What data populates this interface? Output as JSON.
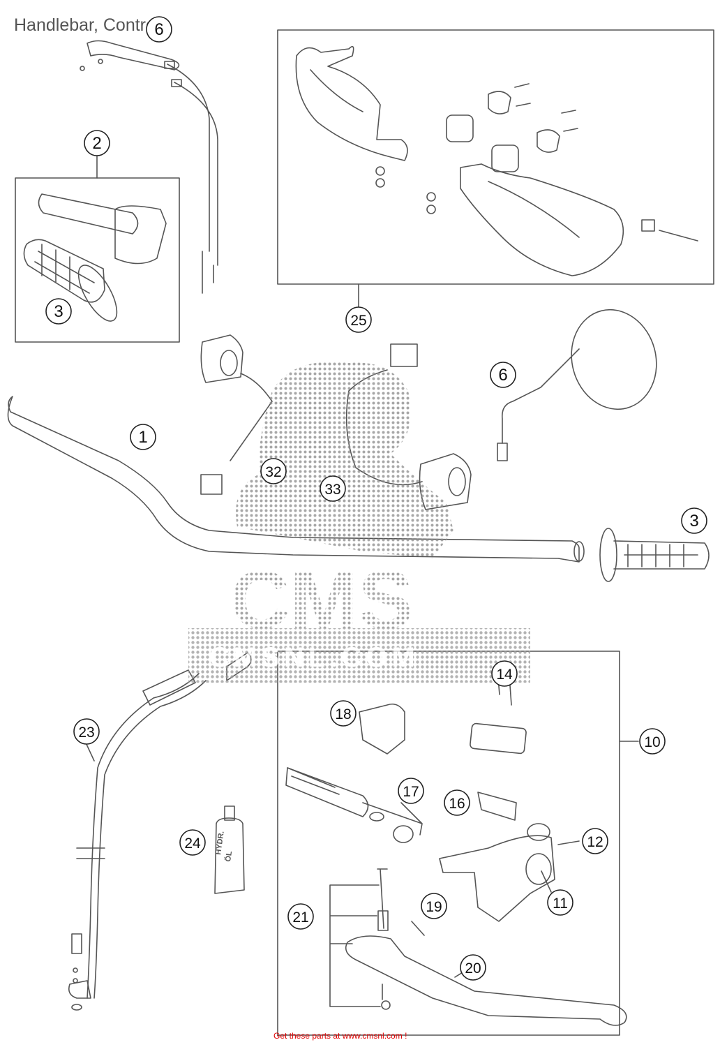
{
  "title": "Handlebar, Controls",
  "watermark": {
    "logo_text": "CMS",
    "band_text": "CMSNL.COM"
  },
  "footer": "Get these parts at www.cmsnl.com !",
  "colors": {
    "line": "#555555",
    "watermark": "#888888",
    "footer": "#e00000"
  },
  "callouts": [
    {
      "id": "6a",
      "label": "6",
      "part": "throttle-cable"
    },
    {
      "id": "2",
      "label": "2",
      "part": "throttle-grip-assembly"
    },
    {
      "id": "3a",
      "label": "3",
      "part": "grip-left"
    },
    {
      "id": "25",
      "label": "25",
      "part": "handguard-set"
    },
    {
      "id": "6b",
      "label": "6",
      "part": "mirror"
    },
    {
      "id": "1",
      "label": "1",
      "part": "handlebar"
    },
    {
      "id": "32",
      "label": "32",
      "part": "switch-left"
    },
    {
      "id": "33",
      "label": "33",
      "part": "switch-right"
    },
    {
      "id": "3b",
      "label": "3",
      "part": "grip-right"
    },
    {
      "id": "14",
      "label": "14",
      "part": "cover-screws"
    },
    {
      "id": "18",
      "label": "18",
      "part": "clamp"
    },
    {
      "id": "10",
      "label": "10",
      "part": "brake-master-cylinder"
    },
    {
      "id": "23",
      "label": "23",
      "part": "brake-line"
    },
    {
      "id": "17",
      "label": "17",
      "part": "piston-kit"
    },
    {
      "id": "16",
      "label": "16",
      "part": "diaphragm"
    },
    {
      "id": "24",
      "label": "24",
      "part": "hydraulic-oil"
    },
    {
      "id": "12",
      "label": "12",
      "part": "screw"
    },
    {
      "id": "11",
      "label": "11",
      "part": "master-cylinder-body"
    },
    {
      "id": "21",
      "label": "21",
      "part": "lever-bolt-set"
    },
    {
      "id": "19",
      "label": "19",
      "part": "spring-pin"
    },
    {
      "id": "20",
      "label": "20",
      "part": "brake-lever"
    }
  ],
  "bottle_text": [
    "HYDR.",
    "ÖL"
  ]
}
